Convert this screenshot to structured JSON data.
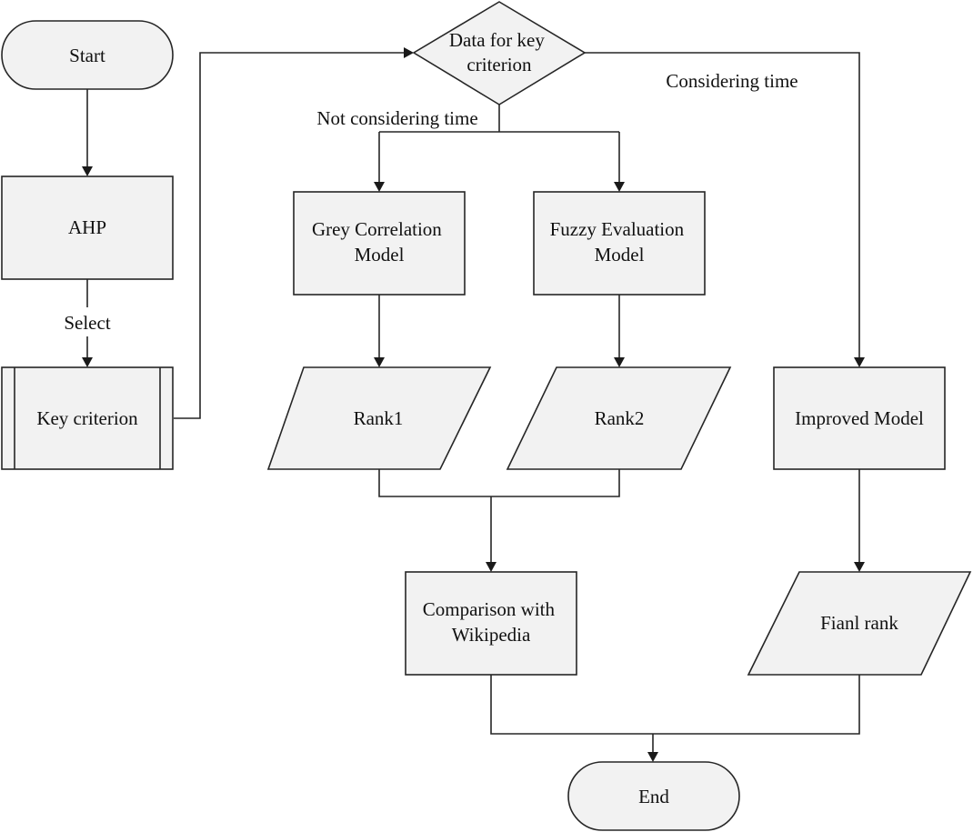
{
  "nodes": {
    "start": "Start",
    "ahp": "AHP",
    "key_criterion": "Key criterion",
    "data_decision": [
      "Data for key",
      "criterion"
    ],
    "grey_model": [
      "Grey Correlation",
      "Model"
    ],
    "fuzzy_model": [
      "Fuzzy Evaluation",
      "Model"
    ],
    "rank1": "Rank1",
    "rank2": "Rank2",
    "improved_model": "Improved Model",
    "comparison": [
      "Comparison with",
      "Wikipedia"
    ],
    "final_rank": "Fianl rank",
    "end": "End"
  },
  "edges": {
    "select": "Select",
    "not_considering_time": "Not considering time",
    "considering_time": "Considering time"
  },
  "colors": {
    "node_fill": "#f2f2f2",
    "stroke": "#262626",
    "text": "#111111"
  }
}
